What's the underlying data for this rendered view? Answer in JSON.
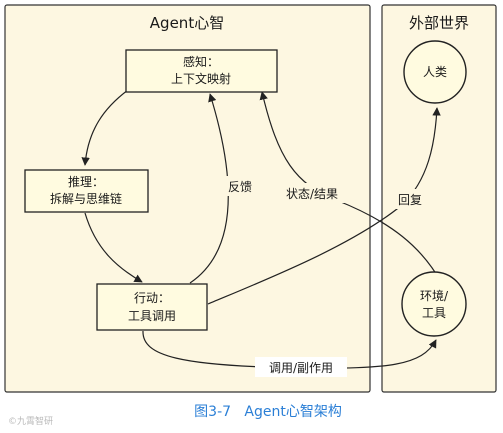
{
  "diagram": {
    "left_panel_title": "Agent心智",
    "right_panel_title": "外部世界",
    "nodes": {
      "perception": {
        "line1": "感知：",
        "line2": "上下文映射"
      },
      "reasoning": {
        "line1": "推理：",
        "line2": "拆解与思维链"
      },
      "action": {
        "line1": "行动：",
        "line2": "工具调用"
      },
      "human": {
        "line1": "人类"
      },
      "environment": {
        "line1": "环境/",
        "line2": "工具"
      }
    },
    "edge_labels": {
      "feedback": "反馈",
      "state_result": "状态/结果",
      "reply": "回复",
      "call_side_effect": "调用/副作用"
    }
  },
  "caption": "图3-7   Agent心智架构",
  "watermark": "©九霄智研"
}
